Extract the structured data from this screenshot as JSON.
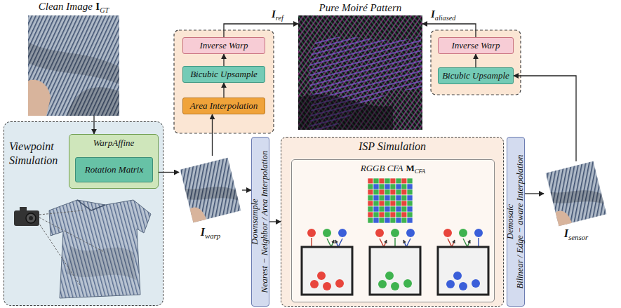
{
  "diagram": {
    "nodes": [
      {
        "text": [
          "Clean Image",
          "I",
          "GT"
        ]
      },
      {
        "text": [
          "Viewpoint Simulation"
        ]
      },
      {
        "text": [
          "WarpAffine"
        ],
        "in": 1
      },
      {
        "text": [
          "Rotation Matrix"
        ],
        "in": 2
      },
      {
        "text": [
          "Inverse Warp"
        ]
      },
      {
        "text": [
          "Bicubic Upsample"
        ]
      },
      {
        "text": [
          "Area Interpolation"
        ]
      },
      {
        "text": [
          "Pure Moiré Pattern"
        ]
      },
      {
        "text": [
          "Inverse Warp"
        ]
      },
      {
        "text": [
          "Bicubic Upsample"
        ]
      },
      {
        "text": [
          "I",
          "warp"
        ]
      },
      {
        "text": [
          "Downsample",
          "Nearest − Neighbor / Area Interpolation"
        ]
      },
      {
        "text": [
          "ISP Simulation"
        ]
      },
      {
        "text": [
          "RGGB CFA",
          "M",
          "CFA"
        ],
        "in": 12
      },
      {
        "text": [
          "Demosaic",
          "Bilinear / Edge − aware Interpolation"
        ]
      },
      {
        "text": [
          "I",
          "sensor"
        ]
      }
    ],
    "edges": [
      {
        "from": 0,
        "to": 2,
        "arrow": "to"
      },
      {
        "from": 2,
        "to": 10,
        "arrow": "to"
      },
      {
        "from": 10,
        "to": 6,
        "arrow": "to"
      },
      {
        "from": 6,
        "to": 5,
        "arrow": "to"
      },
      {
        "from": 5,
        "to": 4,
        "arrow": "to"
      },
      {
        "from": 4,
        "to": 7,
        "arrow": "to"
      },
      {
        "from": 10,
        "to": 11,
        "arrow": "to"
      },
      {
        "from": 11,
        "to": 12,
        "arrow": "to"
      },
      {
        "from": 14,
        "to": 15,
        "arrow": "to"
      },
      {
        "from": 15,
        "to": 9,
        "arrow": "to"
      },
      {
        "from": 9,
        "to": 8,
        "arrow": "to"
      },
      {
        "from": 8,
        "to": 7,
        "arrow": "to"
      }
    ],
    "labels": [
      "I",
      "ref",
      "I",
      "aliased"
    ]
  }
}
